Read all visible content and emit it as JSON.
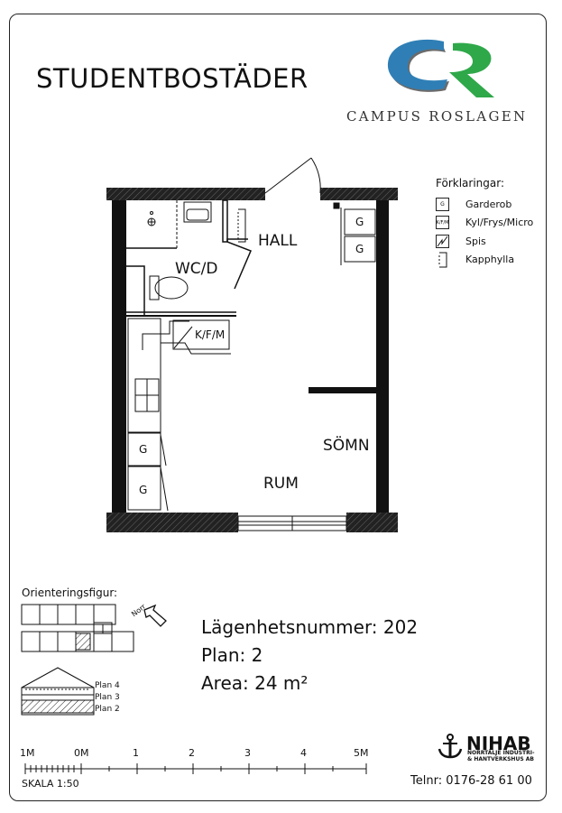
{
  "header": {
    "title": "STUDENTBOSTÄDER",
    "brand": "CAMPUS ROSLAGEN",
    "brand_colors": {
      "blue": "#2f7fb6",
      "green": "#2fa84a",
      "gray": "#6b6b6b"
    }
  },
  "legend": {
    "heading": "Förklaringar:",
    "items": [
      {
        "symbol": "G",
        "label": "Garderob"
      },
      {
        "symbol": "K/F/M",
        "label": "Kyl/Frys/Micro"
      },
      {
        "symbol": "slash",
        "label": "Spis"
      },
      {
        "symbol": "hook",
        "label": "Kapphylla"
      }
    ]
  },
  "rooms": {
    "hall": "HALL",
    "wc": "WC/D",
    "kfm": "K/F/M",
    "somn": "SÖMN",
    "rum": "RUM",
    "garderob": "G"
  },
  "orientation": {
    "label": "Orienteringsfigur:",
    "north": "Norr",
    "floors": [
      "Plan 4",
      "Plan 3",
      "Plan 2"
    ]
  },
  "apartment": {
    "number": "Lägenhetsnummer: 202",
    "plan": "Plan: 2",
    "area": "Area: 24 m²"
  },
  "scale": {
    "ticks": [
      "1M",
      "0M",
      "1",
      "2",
      "3",
      "4",
      "5M"
    ],
    "label": "SKALA 1:50"
  },
  "company": {
    "name": "NIHAB",
    "subtitle": "NORRTÄLJE INDUSTRI- & HANTVERKSHUS AB",
    "phone": "Telnr: 0176-28 61 00"
  }
}
